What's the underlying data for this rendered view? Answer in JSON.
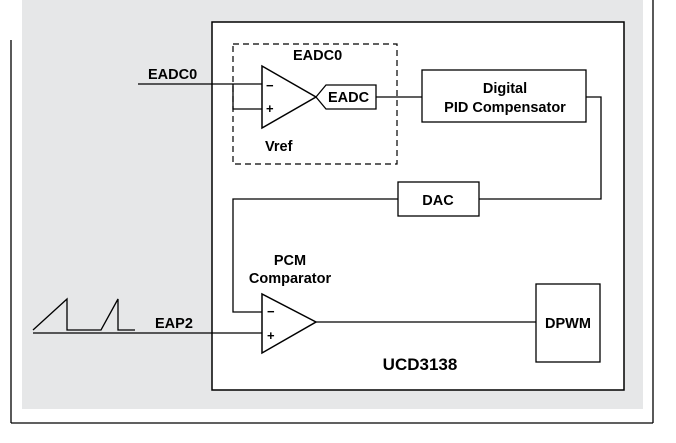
{
  "diagram": {
    "chip_name": "UCD3138",
    "eadc_block_title": "EADC0",
    "vref_label": "Vref",
    "eadc_output_label": "EADC",
    "pid_block_label_line1": "Digital",
    "pid_block_label_line2": "PID Compensator",
    "dac_label": "DAC",
    "pcm_label_line1": "PCM",
    "pcm_label_line2": "Comparator",
    "dpwm_label": "DPWM",
    "input_eadc0_label": "EADC0",
    "input_eap2_label": "EAP2",
    "minus_sign": "−",
    "plus_sign": "+"
  },
  "colors": {
    "background_panel": "#e6e7e8",
    "chip_fill": "#ffffff",
    "line": "#000000"
  }
}
